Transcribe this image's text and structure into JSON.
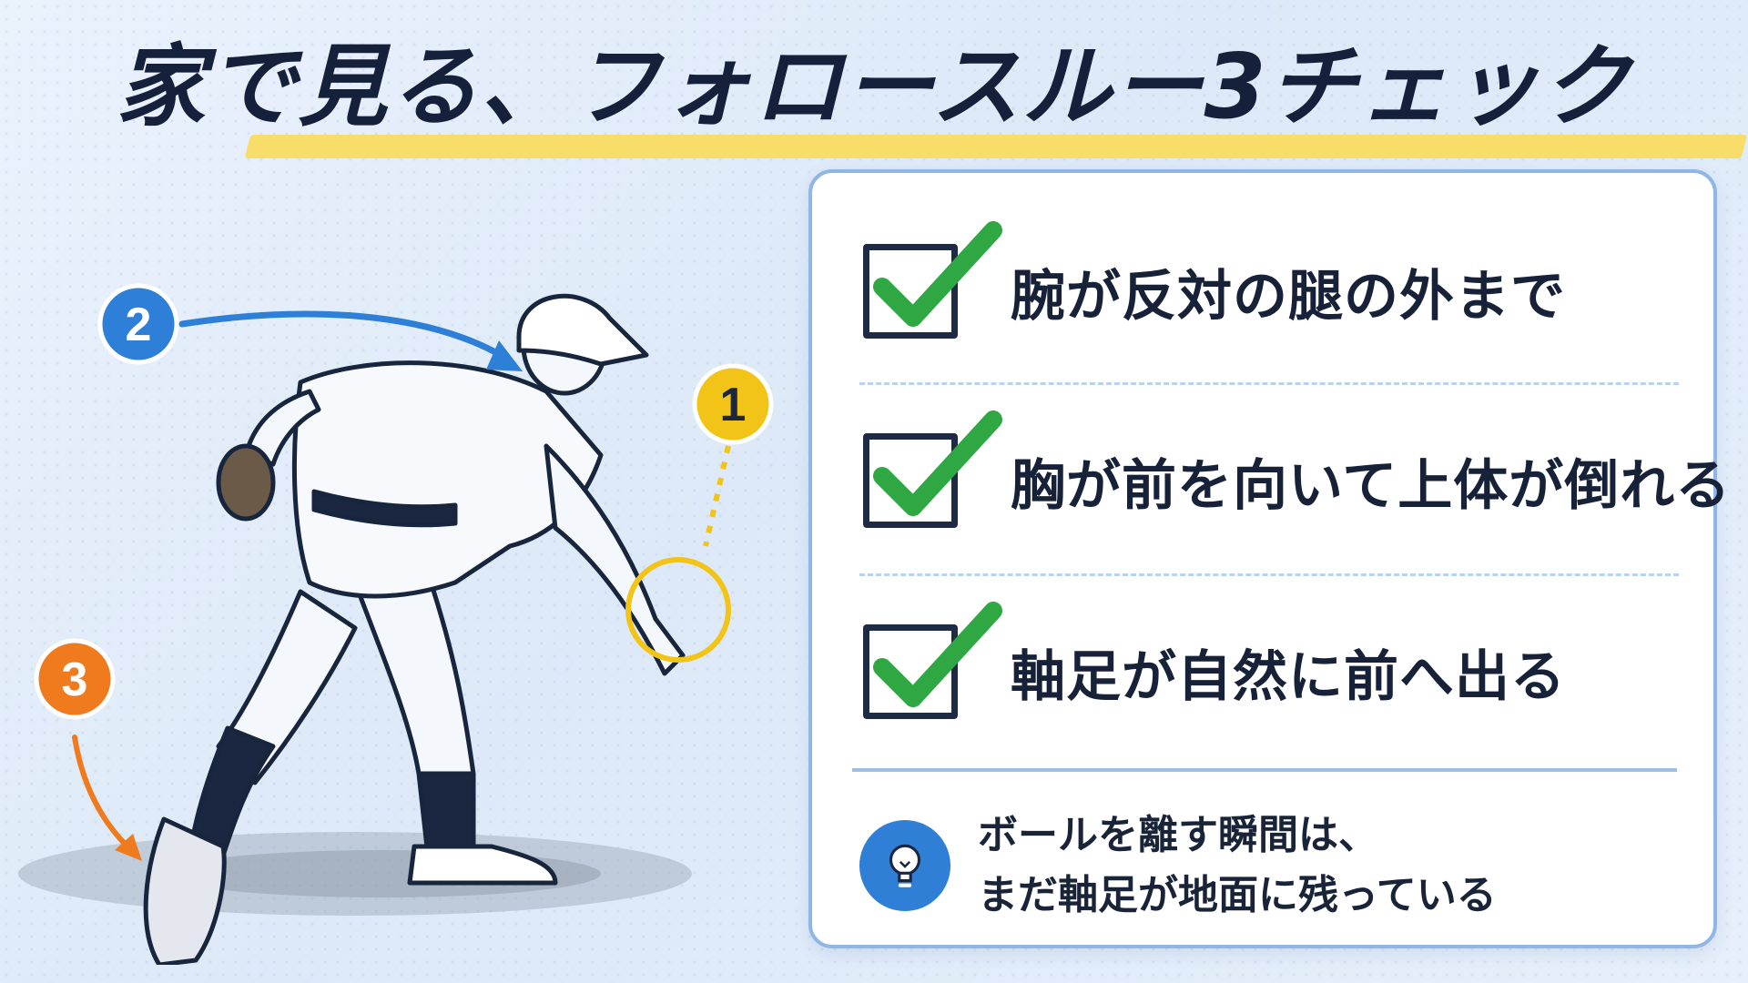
{
  "title": "家で見る、フォロースルー3チェック",
  "markers": [
    {
      "number": "1",
      "color": "#f2c417"
    },
    {
      "number": "2",
      "color": "#2d7fd8"
    },
    {
      "number": "3",
      "color": "#f07a1e"
    }
  ],
  "checklist": [
    {
      "label": "腕が反対の腿の外まで"
    },
    {
      "label": "胸が前を向いて上体が倒れる"
    },
    {
      "label": "軸足が自然に前へ出る"
    }
  ],
  "tip": {
    "icon": "lightbulb-icon",
    "line1": "ボールを離す瞬間は、",
    "line2": "まだ軸足が地面に残っている"
  },
  "colors": {
    "check_green": "#2fa843",
    "navy": "#1d2b45",
    "panel_border": "#8fb6e6",
    "highlight_yellow": "#f9dd6b"
  }
}
